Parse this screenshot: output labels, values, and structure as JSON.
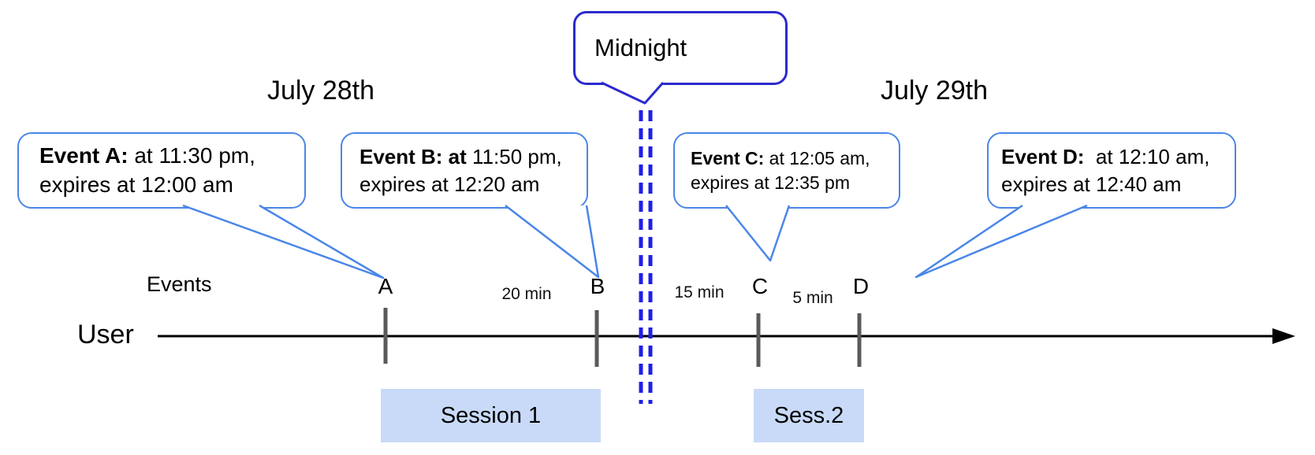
{
  "dates": {
    "left": "July 28th",
    "right": "July 29th"
  },
  "midnight": {
    "label": "Midnight"
  },
  "events": [
    {
      "name": "Event A",
      "bold": "Event A:",
      "rest": " at 11:30 pm,",
      "line2": "expires at 12:00 am"
    },
    {
      "name": "Event B",
      "bold": "Event B: at",
      "rest": " 11:50 pm,",
      "line2": "expires at 12:20 am"
    },
    {
      "name": "Event C",
      "bold": "Event C:",
      "rest": " at 12:05 am,",
      "line2": "expires at 12:35 pm"
    },
    {
      "name": "Event D",
      "bold": "Event D:",
      "rest": "  at 12:10 am,",
      "line2": "expires at 12:40 am"
    }
  ],
  "axis": {
    "events_label": "Events",
    "user_label": "User"
  },
  "timeline": {
    "ticks": [
      "A",
      "B",
      "C",
      "D"
    ],
    "gaps": [
      "20 min",
      "15 min",
      "5 min"
    ]
  },
  "sessions": [
    {
      "label": "Session 1"
    },
    {
      "label": "Sess.2"
    }
  ],
  "colors": {
    "callout_border": "#4a86e8",
    "midnight_border": "#2a2ad0",
    "dashed_line": "#1f1fe6",
    "session_fill": "#c9daf8",
    "tick_mark": "#5a5a5a",
    "timeline_line": "#000000"
  }
}
